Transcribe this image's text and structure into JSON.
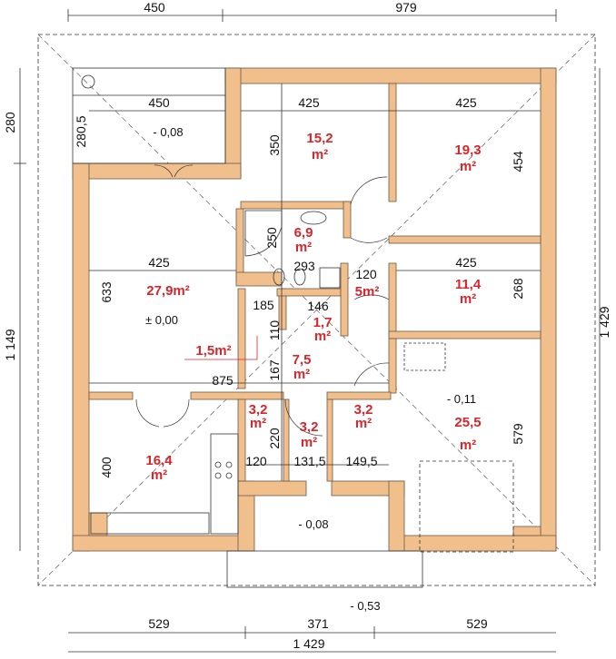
{
  "dimensions": {
    "top": [
      "450",
      "979"
    ],
    "left": [
      "280",
      "1 149"
    ],
    "right": "1 429",
    "bottom": [
      "529",
      "371",
      "529"
    ],
    "bottom_total": "1 429"
  },
  "levels": {
    "terrace": "- 0,08",
    "living": "± 0,00",
    "garage": "- 0,11",
    "entrance": "- 0,08",
    "outside": "- 0,53"
  },
  "rooms": [
    {
      "id": "terrace",
      "dims": [
        "450",
        "280,5"
      ]
    },
    {
      "id": "bedroom-1",
      "area": "15,2",
      "unit": "m²",
      "dims": [
        "425",
        "350"
      ]
    },
    {
      "id": "bedroom-2",
      "area": "19,3",
      "unit": "m²",
      "dims": [
        "425",
        "454"
      ]
    },
    {
      "id": "bathroom",
      "area": "6,9",
      "unit": "m²",
      "dims": [
        "250",
        "293"
      ]
    },
    {
      "id": "living-room",
      "area": "27,9m²",
      "dims": [
        "425",
        "633"
      ]
    },
    {
      "id": "bedroom-3",
      "area": "11,4",
      "unit": "m²",
      "dims": [
        "425",
        "268"
      ]
    },
    {
      "id": "hall-small",
      "area": "5m²",
      "dims": [
        "120"
      ]
    },
    {
      "id": "wc",
      "area": "1,7",
      "unit": "m²",
      "dims": [
        "185",
        "146",
        "110"
      ]
    },
    {
      "id": "closet",
      "area": "1,5m²"
    },
    {
      "id": "hall",
      "area": "7,5",
      "unit": "m²",
      "dims": [
        "875",
        "167"
      ]
    },
    {
      "id": "garage",
      "area": "25,5",
      "unit": "m²",
      "dims": [
        "579"
      ]
    },
    {
      "id": "pantry",
      "area": "3,2",
      "unit": "m²",
      "dims": [
        "120"
      ]
    },
    {
      "id": "vestibule",
      "area": "3,2",
      "unit": "m²",
      "dims": [
        "131,5",
        "220"
      ]
    },
    {
      "id": "boiler",
      "area": "3,2",
      "unit": "m²",
      "dims": [
        "149,5"
      ]
    },
    {
      "id": "kitchen",
      "area": "16,4",
      "unit": "m²",
      "dims": [
        "400"
      ]
    }
  ]
}
